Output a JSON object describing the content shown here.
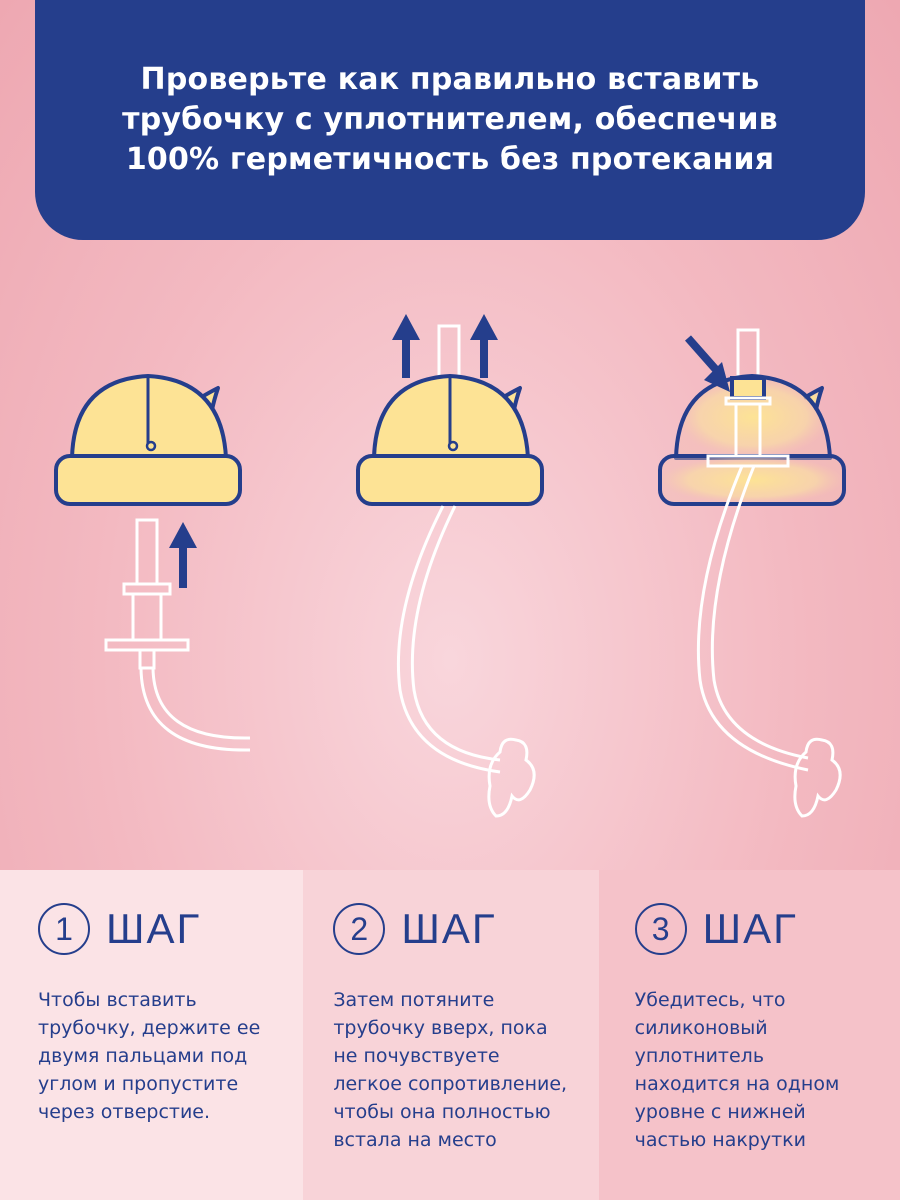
{
  "header": {
    "title": "Проверьте как правильно вставить трубочку с уплотнителем, обеспечив 100% герметичность без протекания"
  },
  "steps": [
    {
      "number": "1",
      "label": "ШАГ",
      "text": "Чтобы вставить трубочку, держите ее двумя пальцами под углом и пропустите через отверстие."
    },
    {
      "number": "2",
      "label": "ШАГ",
      "text": "Затем потяните трубочку вверх, пока не почувствуете легкое сопротивление, чтобы она полностью встала на место"
    },
    {
      "number": "3",
      "label": "ШАГ",
      "text": "Убедитесь, что силиконовый уплотнитель находится на одном уровне с нижней частью накрутки"
    }
  ],
  "colors": {
    "accent": "#253e8c",
    "lid": "#fde395",
    "tube": "#ffffff"
  }
}
